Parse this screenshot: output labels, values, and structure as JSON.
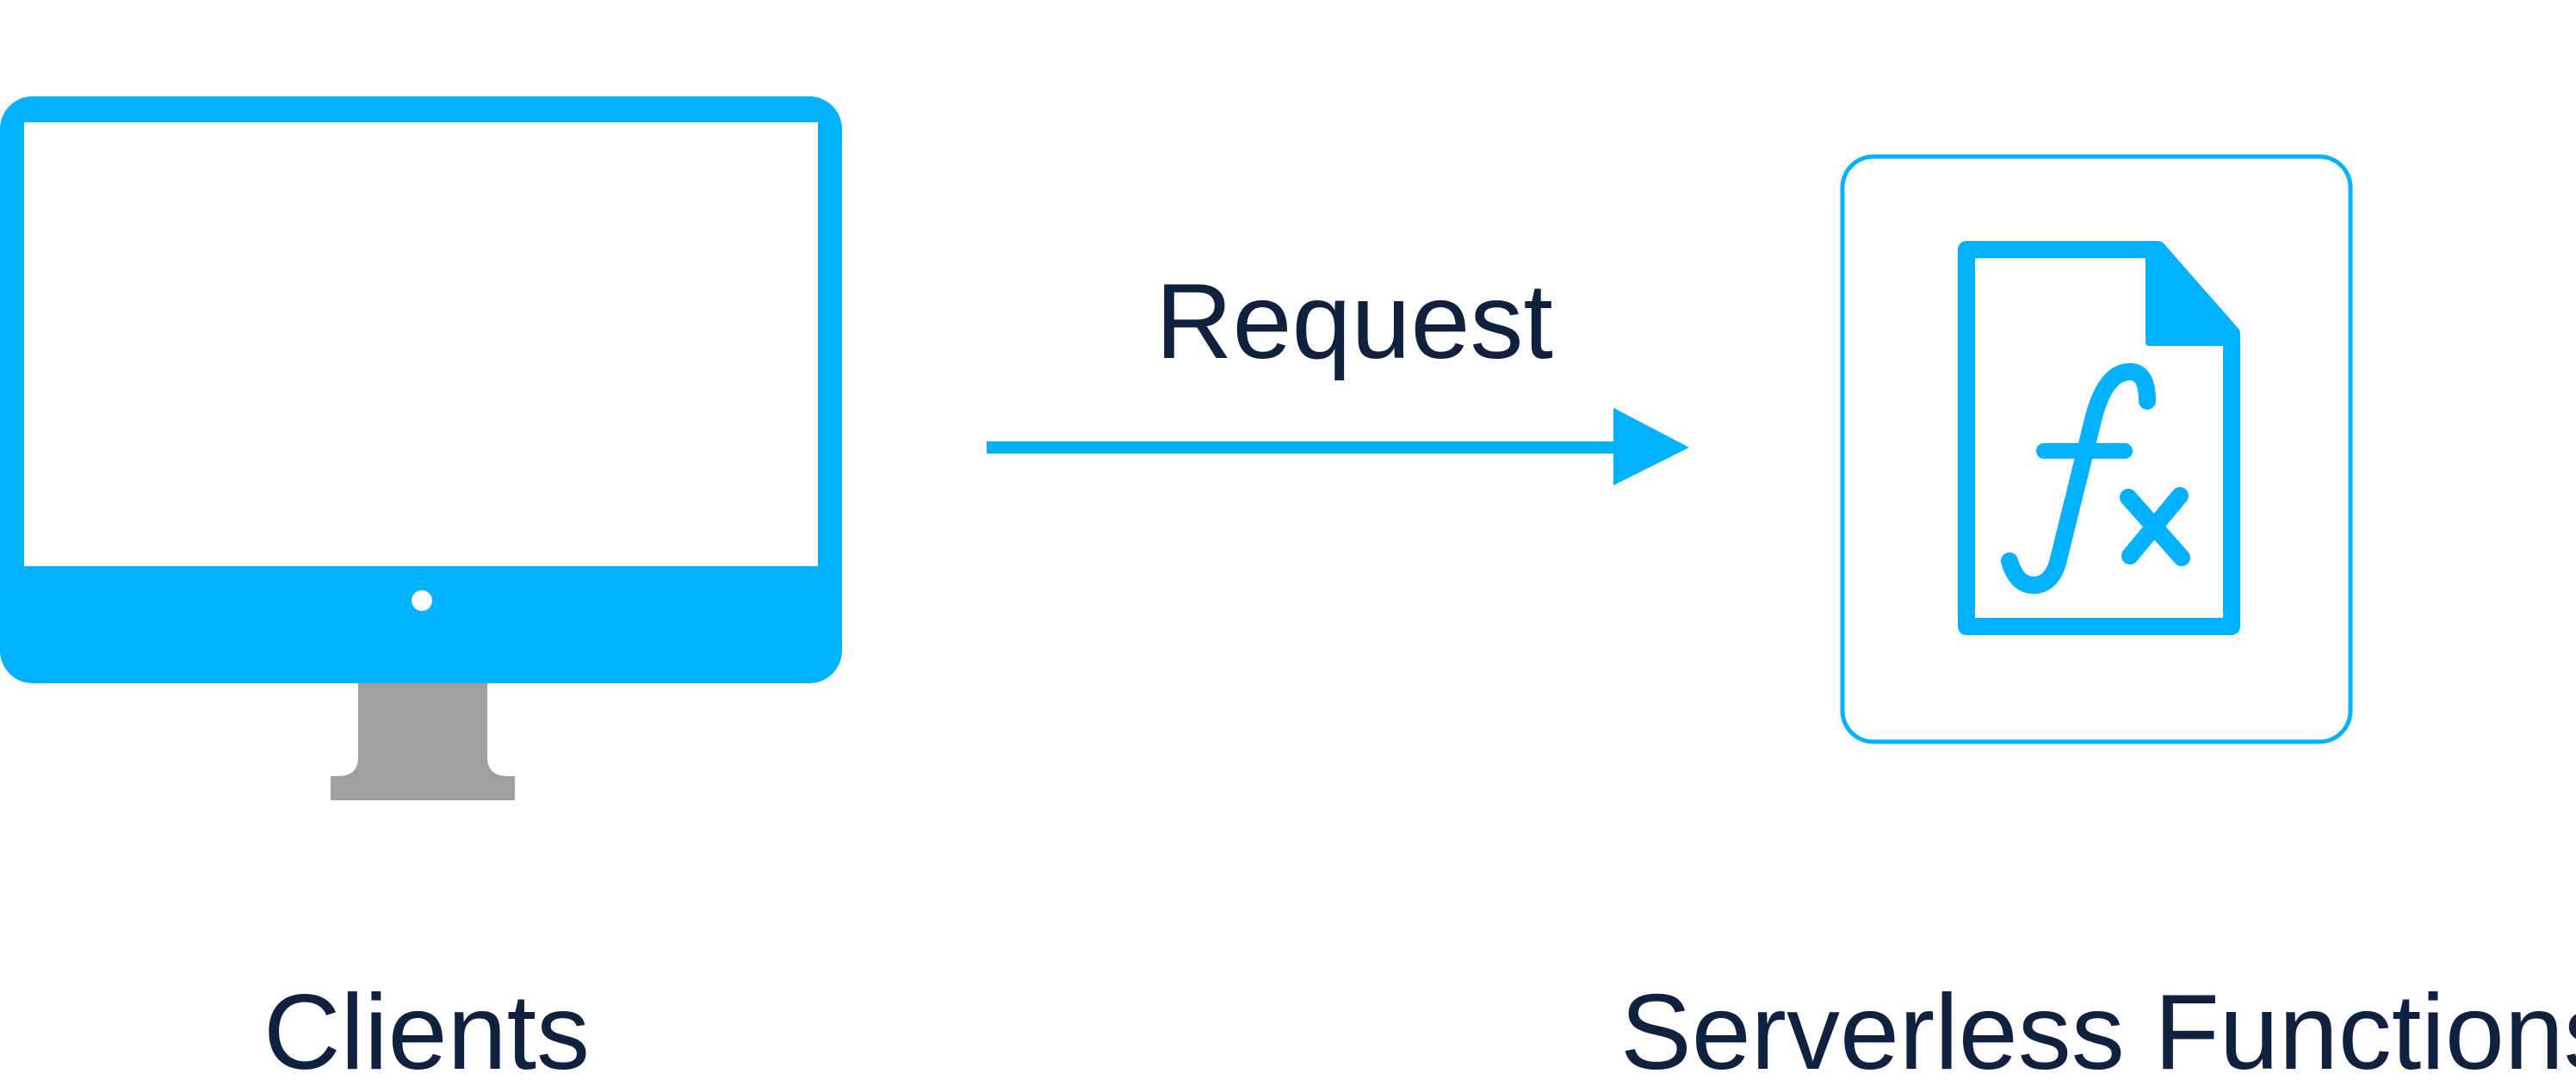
{
  "labels": {
    "request": "Request",
    "clients": "Clients",
    "functions": "Serverless Functions"
  },
  "colors": {
    "accent": "#00b2ff",
    "stand": "#9f9f9f",
    "text": "#10213f",
    "screen": "#ffffff"
  },
  "icons": {
    "client": "desktop-monitor-icon",
    "function": "function-document-icon",
    "flow": "right-arrow-icon"
  }
}
